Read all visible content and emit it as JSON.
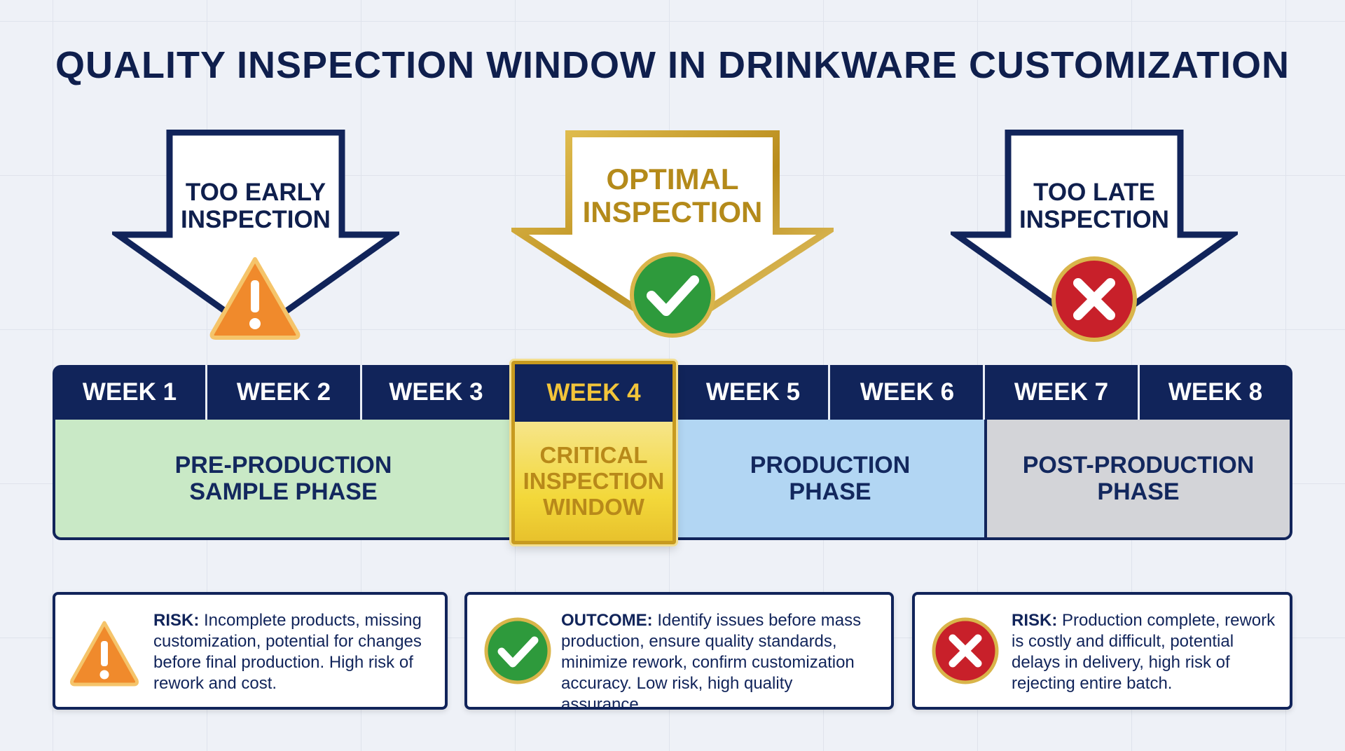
{
  "title": "QUALITY INSPECTION WINDOW IN DRINKWARE CUSTOMIZATION",
  "arrows": [
    {
      "line1": "TOO EARLY",
      "line2": "INSPECTION",
      "icon": "warning-icon",
      "color": "#f08a2c"
    },
    {
      "line1": "OPTIMAL",
      "line2": "INSPECTION",
      "icon": "check-icon",
      "color": "#2e9a3c"
    },
    {
      "line1": "TOO LATE",
      "line2": "INSPECTION",
      "icon": "x-icon",
      "color": "#c8202a"
    }
  ],
  "weeks": [
    "WEEK 1",
    "WEEK 2",
    "WEEK 3",
    "WEEK 4",
    "WEEK 5",
    "WEEK 6",
    "WEEK 7",
    "WEEK 8"
  ],
  "phases": {
    "pre": {
      "line1": "PRE-PRODUCTION",
      "line2": "SAMPLE PHASE"
    },
    "critical": {
      "line1": "CRITICAL",
      "line2": "INSPECTION",
      "line3": "WINDOW"
    },
    "production": {
      "line1": "PRODUCTION",
      "line2": "PHASE"
    },
    "post": {
      "line1": "POST-PRODUCTION",
      "line2": "PHASE"
    }
  },
  "boxes": [
    {
      "label": "RISK:",
      "text": " Incomplete products, missing customization, potential for changes before final production. High risk of rework and cost."
    },
    {
      "label": "OUTCOME:",
      "text": " Identify issues before mass production, ensure quality standards, minimize rework, confirm customization accuracy. Low risk, high quality assurance."
    },
    {
      "label": "RISK:",
      "text": " Production complete, rework is costly and difficult, potential delays in delivery, high risk of rejecting entire batch."
    }
  ],
  "colors": {
    "navy": "#11245a",
    "gold": "#c79a1f",
    "pre": "#c9e9c6",
    "production": "#b2d6f3",
    "post": "#d3d4d8"
  }
}
